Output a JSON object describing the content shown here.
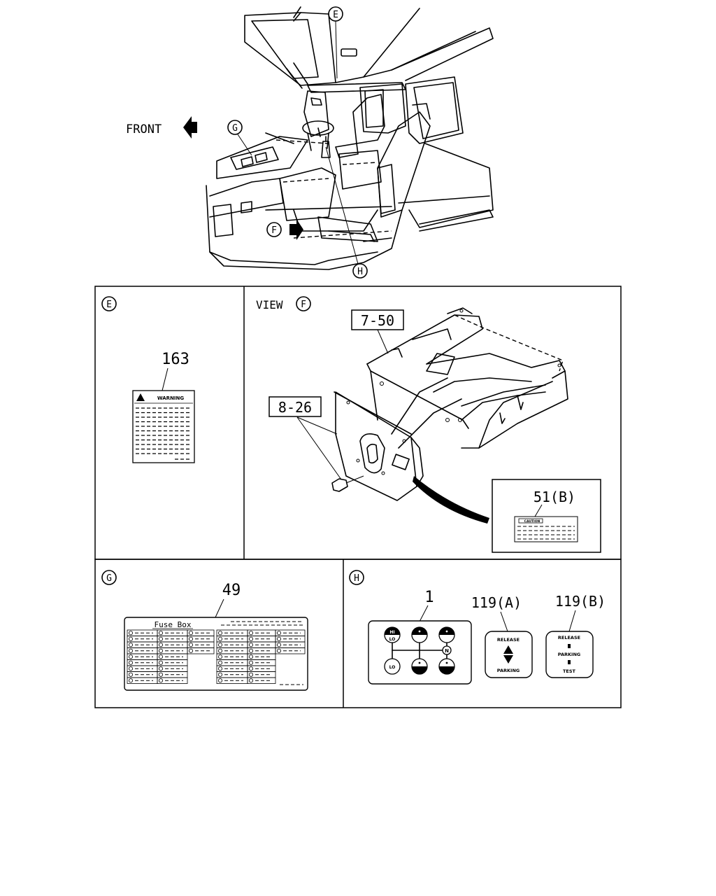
{
  "cab": {
    "front_label": "FRONT",
    "callout_e": "E",
    "callout_g": "G",
    "callout_f": "F",
    "callout_h": "H"
  },
  "panel_e": {
    "letter": "E",
    "part_number": "163",
    "label_title": "WARNING"
  },
  "panel_f": {
    "view_word": "VIEW",
    "letter": "F",
    "ref_upper": "7-50",
    "ref_lower": "8-26",
    "part_number": "51(B)",
    "label_title": "CAUTION"
  },
  "panel_g": {
    "letter": "G",
    "part_number": "49",
    "label_title": "Fuse Box"
  },
  "panel_h": {
    "letter": "H",
    "part_1": "1",
    "part_119a": "119(A)",
    "part_119b": "119(B)",
    "shift": {
      "hi": "HI",
      "lo": "LO",
      "lo_bottom": "LO",
      "n": "N"
    },
    "label_a": {
      "top": "RELEASE",
      "bottom": "PARKING"
    },
    "label_b": {
      "line1": "RELEASE",
      "line2": "PARKING",
      "line3": "TEST"
    }
  }
}
